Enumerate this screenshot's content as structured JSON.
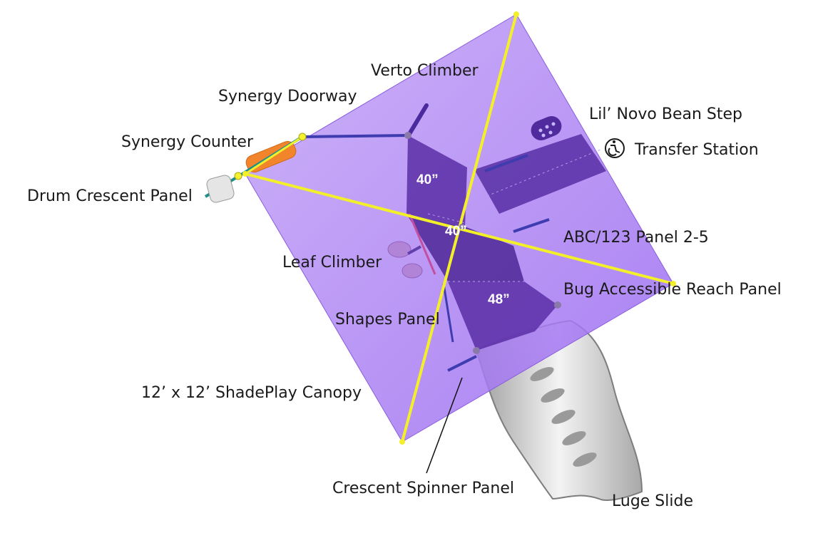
{
  "labels": {
    "verto_climber": "Verto Climber",
    "synergy_doorway": "Synergy Doorway",
    "lil_novo": "Lil’ Novo Bean Step",
    "transfer_station": "Transfer Station",
    "synergy_counter": "Synergy Counter",
    "drum_crescent": "Drum Crescent Panel",
    "abc_panel": "ABC/123 Panel 2-5",
    "leaf_climber": "Leaf Climber",
    "bug_panel": "Bug Accessible Reach Panel",
    "shapes_panel": "Shapes Panel",
    "canopy": "12’ x 12’ ShadePlay Canopy",
    "crescent_spinner": "Crescent Spinner Panel",
    "luge_slide": "Luge Slide"
  },
  "heights": {
    "deck_upper": "40”",
    "deck_center": "40”",
    "deck_lower": "48”"
  },
  "icons": {
    "accessibility": "wheelchair-icon"
  },
  "colors": {
    "canopy": "#9b6cf0",
    "deck": "#5a2ea6",
    "frame": "#f3f02a",
    "slide": "#c9c9c9"
  }
}
